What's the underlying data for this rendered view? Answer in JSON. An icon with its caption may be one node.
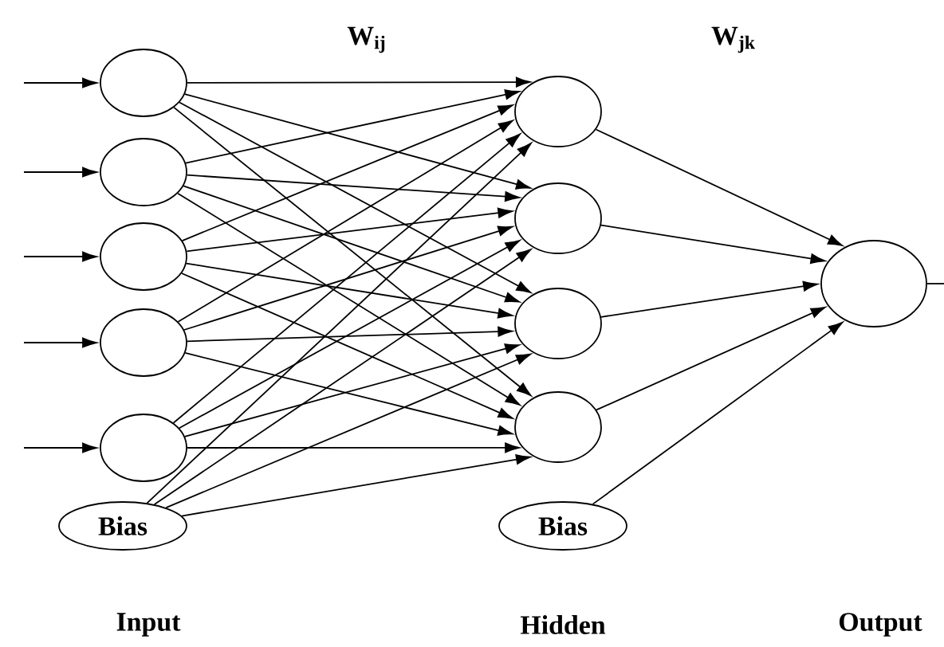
{
  "diagram": {
    "nodes": [
      {
        "text": [],
        "shape": "circle"
      },
      {
        "text": [],
        "shape": "circle"
      },
      {
        "text": [],
        "shape": "circle"
      },
      {
        "text": [],
        "shape": "circle"
      },
      {
        "text": [],
        "shape": "circle"
      },
      {
        "text": [
          "Bias"
        ]
      },
      {
        "text": [],
        "shape": "circle"
      },
      {
        "text": [],
        "shape": "circle"
      },
      {
        "text": [],
        "shape": "circle"
      },
      {
        "text": [],
        "shape": "circle"
      },
      {
        "text": [
          "Bias"
        ]
      },
      {
        "text": [],
        "shape": "circle"
      }
    ],
    "edges": [
      {
        "from": null,
        "to": 0,
        "arrow": "to"
      },
      {
        "from": null,
        "to": 1,
        "arrow": "to"
      },
      {
        "from": null,
        "to": 2,
        "arrow": "to"
      },
      {
        "from": null,
        "to": 3,
        "arrow": "to"
      },
      {
        "from": null,
        "to": 4,
        "arrow": "to"
      },
      {
        "from": 0,
        "to": 6,
        "arrow": "to"
      },
      {
        "from": 0,
        "to": 7,
        "arrow": "to"
      },
      {
        "from": 0,
        "to": 8,
        "arrow": "to"
      },
      {
        "from": 0,
        "to": 9,
        "arrow": "to"
      },
      {
        "from": 1,
        "to": 6,
        "arrow": "to"
      },
      {
        "from": 1,
        "to": 7,
        "arrow": "to"
      },
      {
        "from": 1,
        "to": 8,
        "arrow": "to"
      },
      {
        "from": 1,
        "to": 9,
        "arrow": "to"
      },
      {
        "from": 2,
        "to": 6,
        "arrow": "to"
      },
      {
        "from": 2,
        "to": 7,
        "arrow": "to"
      },
      {
        "from": 2,
        "to": 8,
        "arrow": "to"
      },
      {
        "from": 2,
        "to": 9,
        "arrow": "to"
      },
      {
        "from": 3,
        "to": 6,
        "arrow": "to"
      },
      {
        "from": 3,
        "to": 7,
        "arrow": "to"
      },
      {
        "from": 3,
        "to": 8,
        "arrow": "to"
      },
      {
        "from": 3,
        "to": 9,
        "arrow": "to"
      },
      {
        "from": 4,
        "to": 6,
        "arrow": "to"
      },
      {
        "from": 4,
        "to": 7,
        "arrow": "to"
      },
      {
        "from": 4,
        "to": 8,
        "arrow": "to"
      },
      {
        "from": 4,
        "to": 9,
        "arrow": "to"
      },
      {
        "from": 5,
        "to": 6,
        "arrow": "to"
      },
      {
        "from": 5,
        "to": 7,
        "arrow": "to"
      },
      {
        "from": 5,
        "to": 8,
        "arrow": "to"
      },
      {
        "from": 5,
        "to": 9,
        "arrow": "to"
      },
      {
        "from": 6,
        "to": 11,
        "arrow": "to"
      },
      {
        "from": 7,
        "to": 11,
        "arrow": "to"
      },
      {
        "from": 8,
        "to": 11,
        "arrow": "to"
      },
      {
        "from": 9,
        "to": 11,
        "arrow": "to"
      },
      {
        "from": 10,
        "to": 11,
        "arrow": "to"
      },
      {
        "from": 11,
        "to": null,
        "arrow": "none"
      }
    ],
    "labels": [
      "W$_{ij}$",
      "W$_{jk}$",
      "Input",
      "Hidden",
      "Output"
    ]
  }
}
